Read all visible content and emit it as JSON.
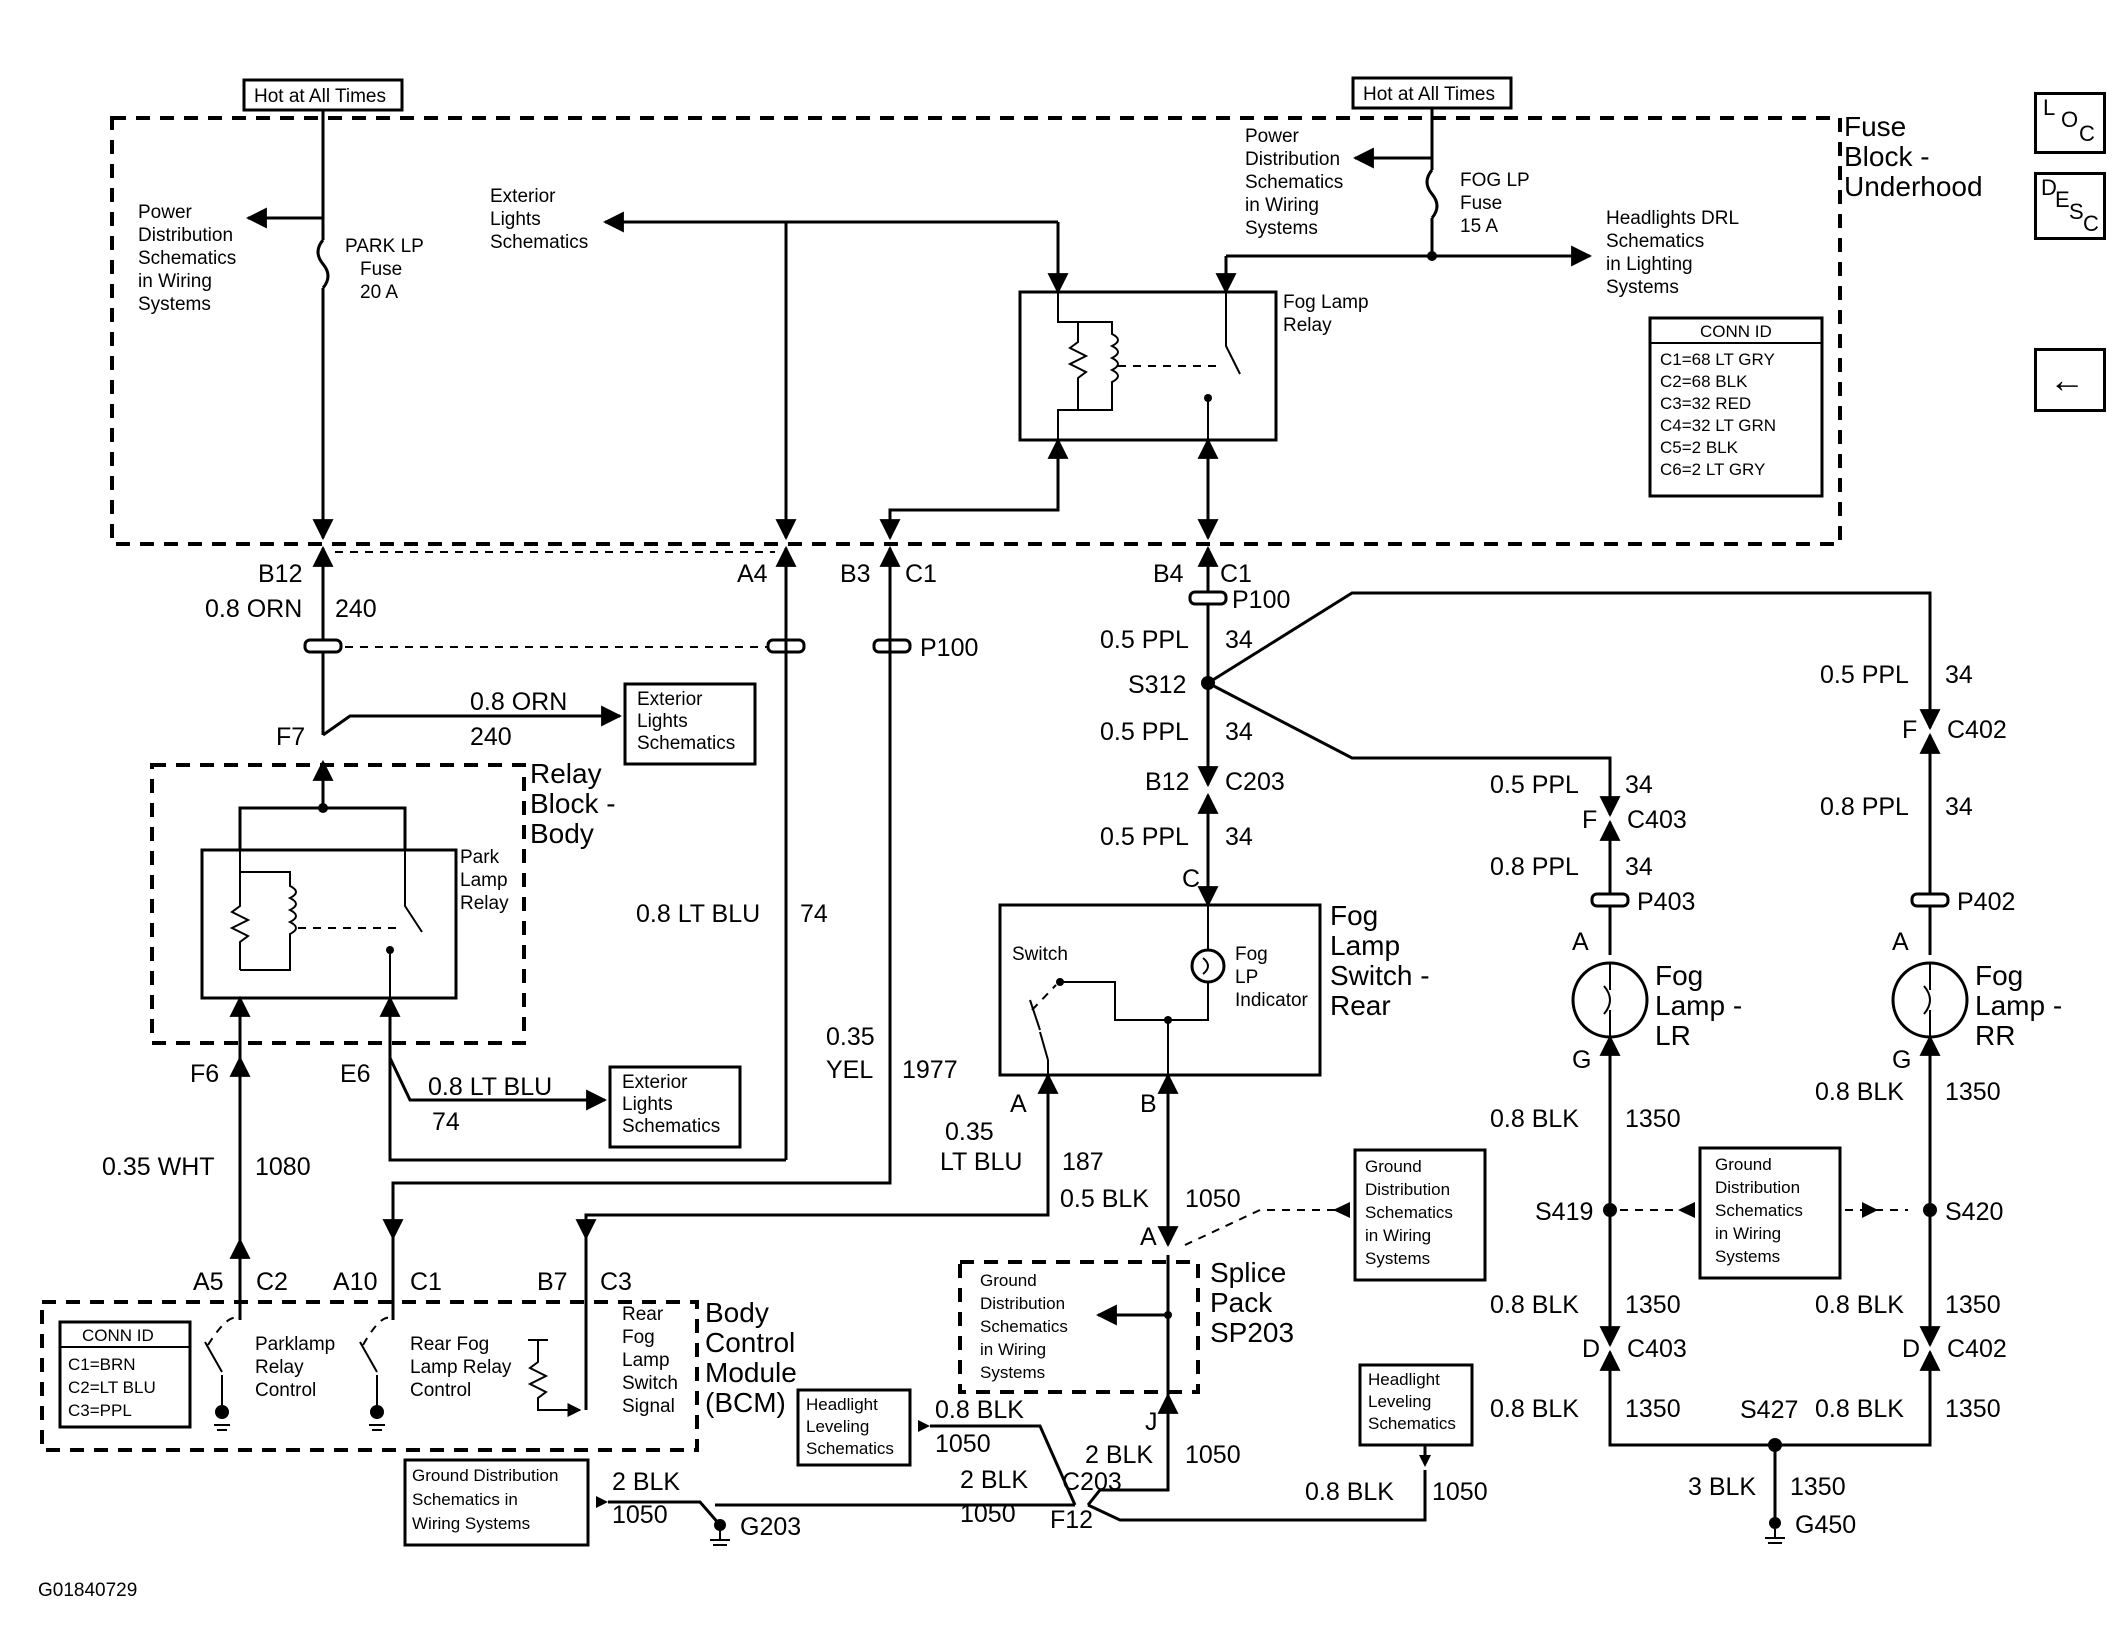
{
  "hot_left": "Hot at All Times",
  "hot_right": "Hot at All Times",
  "fuse_block": [
    "Fuse",
    "Block -",
    "Underhood"
  ],
  "power_dist_left": [
    "Power",
    "Distribution",
    "Schematics",
    "in Wiring",
    "Systems"
  ],
  "park_fuse": [
    "PARK LP",
    "Fuse",
    "20 A"
  ],
  "ext_lights_top": [
    "Exterior",
    "Lights",
    "Schematics"
  ],
  "power_dist_right": [
    "Power",
    "Distribution",
    "Schematics",
    "in Wiring",
    "Systems"
  ],
  "fog_fuse": [
    "FOG LP",
    "Fuse",
    "15 A"
  ],
  "headlights_drl": [
    "Headlights DRL",
    "Schematics",
    "in Lighting",
    "Systems"
  ],
  "fog_lamp_relay": [
    "Fog Lamp",
    "Relay"
  ],
  "conn_id_top": {
    "title": "CONN ID",
    "rows": [
      "C1=68 LT GRY",
      "C2=68 BLK",
      "C3=32 RED",
      "C4=32 LT GRN",
      "C5=2 BLK",
      "C6=2 LT GRY"
    ]
  },
  "nav": {
    "loc": [
      "L",
      "O",
      "C"
    ],
    "desc": [
      "D",
      "E",
      "S",
      "C"
    ],
    "back": "←"
  },
  "pins_top": {
    "b12": "B12",
    "a4": "A4",
    "b3": "B3",
    "c1a": "C1",
    "b4": "B4",
    "c1b": "C1"
  },
  "wire_orn_240": [
    "0.8 ORN",
    "240"
  ],
  "p100_left": "P100",
  "p100_right": "P100",
  "ppl_34_a": [
    "0.5 PPL",
    "34"
  ],
  "s312": "S312",
  "ppl_34_b": [
    "0.5 PPL",
    "34"
  ],
  "b12_c203": [
    "B12",
    "C203"
  ],
  "ppl_34_c": [
    "0.5 PPL",
    "34"
  ],
  "pin_c": "C",
  "f7": "F7",
  "wire_orn_240_b": [
    "0.8 ORN",
    "240"
  ],
  "ext_lights_mid": [
    "Exterior",
    "Lights",
    "Schematics"
  ],
  "relay_block": [
    "Relay",
    "Block -",
    "Body"
  ],
  "park_lamp_relay": [
    "Park",
    "Lamp",
    "Relay"
  ],
  "wire_ltblu_74": [
    "0.8 LT BLU",
    "74"
  ],
  "wire_yel_1977": [
    "0.35",
    "YEL",
    "1977"
  ],
  "fog_switch": [
    "Fog",
    "Lamp",
    "Switch -",
    "Rear"
  ],
  "switch_lbl": "Switch",
  "fog_lp_ind": [
    "Fog",
    "LP",
    "Indicator"
  ],
  "f6": "F6",
  "e6": "E6",
  "wire_ltblu_74_b": [
    "0.8 LT BLU",
    "74"
  ],
  "ext_lights_low": [
    "Exterior",
    "Lights",
    "Schematics"
  ],
  "pin_a_sw": "A",
  "pin_b_sw": "B",
  "wire_ltblu_187": [
    "0.35",
    "LT BLU",
    "187"
  ],
  "wire_blk_1050": [
    "0.5 BLK",
    "1050"
  ],
  "wire_wht_1080": [
    "0.35 WHT",
    "1080"
  ],
  "ground_dist_mid": [
    "Ground",
    "Distribution",
    "Schematics",
    "in Wiring",
    "Systems"
  ],
  "pin_a_splice": "A",
  "splice_pack": [
    "Splice",
    "Pack",
    "SP203"
  ],
  "ground_dist_splice": [
    "Ground",
    "Distribution",
    "Schematics",
    "in Wiring",
    "Systems"
  ],
  "bcm_pins": [
    "A5",
    "C2",
    "A10",
    "C1",
    "B7",
    "C3"
  ],
  "bcm": [
    "Body",
    "Control",
    "Module",
    "(BCM)"
  ],
  "conn_id_bcm": {
    "title": "CONN ID",
    "rows": [
      "C1=BRN",
      "C2=LT BLU",
      "C3=PPL"
    ]
  },
  "parklamp_ctrl": [
    "Parklamp",
    "Relay",
    "Control"
  ],
  "rearfog_ctrl": [
    "Rear Fog",
    "Lamp Relay",
    "Control"
  ],
  "rearfog_sig": [
    "Rear",
    "Fog",
    "Lamp",
    "Switch",
    "Signal"
  ],
  "headlight_level_a": [
    "Headlight",
    "Leveling",
    "Schematics"
  ],
  "wire_blk_1050_a": [
    "0.8 BLK",
    "1050"
  ],
  "wire_blk_1050_b": [
    "2 BLK",
    "1050"
  ],
  "c203_f12": [
    "C203",
    "F12"
  ],
  "pin_j": "J",
  "wire_blk_1050_c": [
    "2 BLK",
    "1050"
  ],
  "headlight_level_b": [
    "Headlight",
    "Leveling",
    "Schematics"
  ],
  "wire_blk_1050_d": [
    "0.8 BLK",
    "1050"
  ],
  "ground_dist_bottom": [
    "Ground Distribution",
    "Schematics in",
    "Wiring Systems"
  ],
  "wire_blk_1050_e": [
    "2 BLK",
    "1050"
  ],
  "g203": "G203",
  "lr": {
    "ppl_34_1": [
      "0.5 PPL",
      "34"
    ],
    "f_c403": [
      "F",
      "C403"
    ],
    "ppl_34_2": [
      "0.8 PPL",
      "34"
    ],
    "p403": "P403",
    "a": "A",
    "lamp": [
      "Fog",
      "Lamp -",
      "LR"
    ],
    "g": "G",
    "blk_1350_1": [
      "0.8 BLK",
      "1350"
    ],
    "s419": "S419",
    "blk_1350_2": [
      "0.8 BLK",
      "1350"
    ],
    "d_c403": [
      "D",
      "C403"
    ],
    "blk_1350_3": [
      "0.8 BLK",
      "1350"
    ]
  },
  "rr": {
    "ppl_34_1": [
      "0.5 PPL",
      "34"
    ],
    "f_c402": [
      "F",
      "C402"
    ],
    "ppl_34_2": [
      "0.8 PPL",
      "34"
    ],
    "p402": "P402",
    "a": "A",
    "lamp": [
      "Fog",
      "Lamp -",
      "RR"
    ],
    "g": "G",
    "blk_1350_1": [
      "0.8 BLK",
      "1350"
    ],
    "s420": "S420",
    "blk_1350_2": [
      "0.8 BLK",
      "1350"
    ],
    "d_c402": [
      "D",
      "C402"
    ],
    "blk_1350_3": [
      "0.8 BLK",
      "1350"
    ]
  },
  "ground_dist_right": [
    "Ground",
    "Distribution",
    "Schematics",
    "in Wiring",
    "Systems"
  ],
  "s427": "S427",
  "wire_blk_1350_g": [
    "3 BLK",
    "1350"
  ],
  "g450": "G450",
  "figure_id": "G01840729"
}
